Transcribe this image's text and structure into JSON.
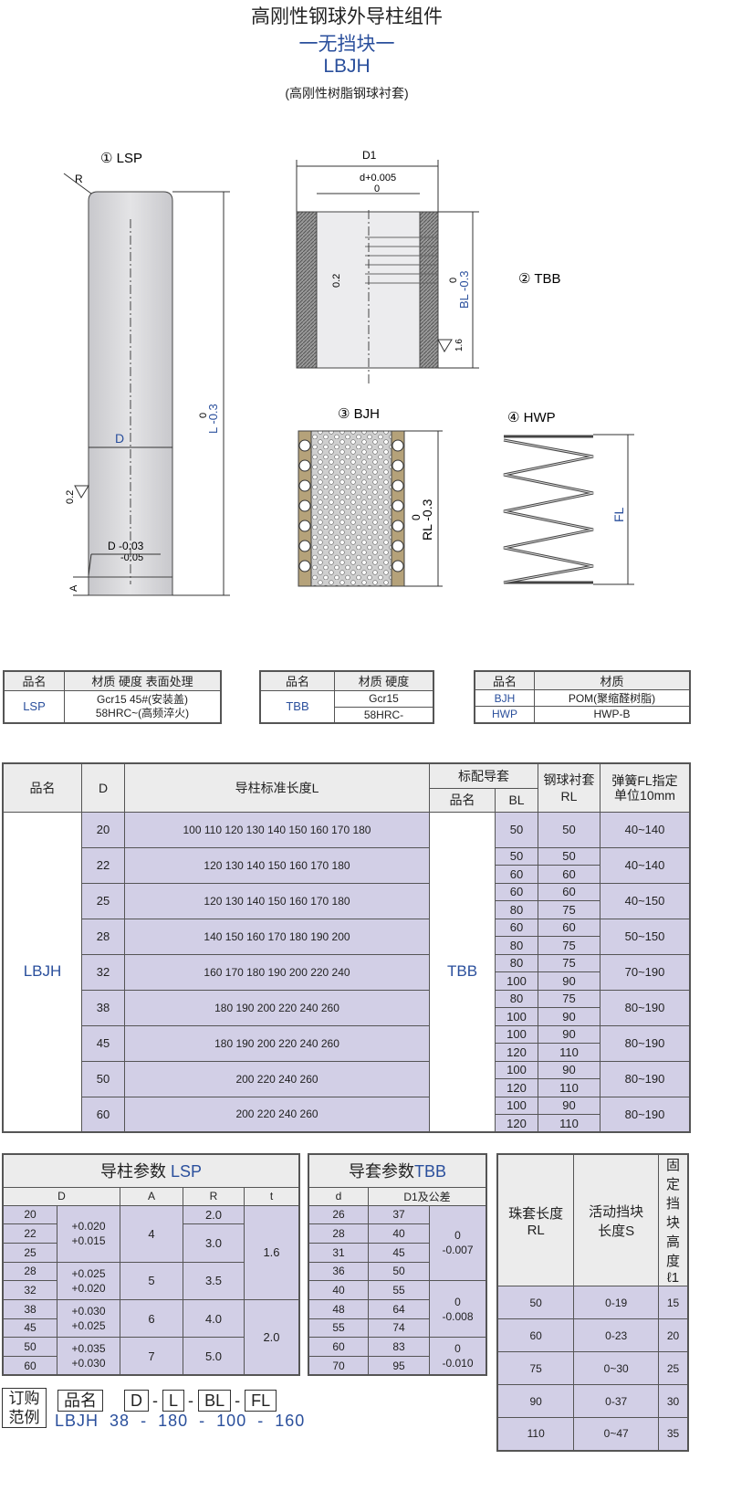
{
  "header": {
    "title": "高刚性钢球外导柱组件",
    "subtitle": "一无挡块一",
    "model": "LBJH",
    "note": "(高刚性树脂钢球衬套)"
  },
  "drawings": {
    "lsp": {
      "label": "① LSP",
      "r": "R",
      "d": "D",
      "len_tol": "L -0.3",
      "len_zero": "0",
      "rough": "0.2",
      "d_tol_upper": "D -0.03",
      "d_tol_lower": "-0.05",
      "a": "A"
    },
    "tbb": {
      "label": "② TBB",
      "d1": "D1",
      "d_tol": "d+0.005",
      "d_zero": "0",
      "rough": "0.2",
      "bl_tol": "BL -0.3",
      "bl_zero": "0",
      "rough2": "1.6"
    },
    "bjh": {
      "label": "③ BJH",
      "rl_tol": "RL -0.3",
      "rl_zero": "0"
    },
    "hwp": {
      "label": "④ HWP",
      "fl": "FL"
    }
  },
  "mat_tables": {
    "lsp": {
      "headers": [
        "品名",
        "材质 硬度 表面处理"
      ],
      "name": "LSP",
      "line1": "Gcr15     45#(安装盖)",
      "line2": "58HRC~(高频淬火)"
    },
    "tbb": {
      "headers": [
        "品名",
        "材质    硬度"
      ],
      "name": "TBB",
      "line1": "Gcr15",
      "line2": "58HRC-"
    },
    "other": {
      "headers": [
        "品名",
        "材质"
      ],
      "rows": [
        {
          "name": "BJH",
          "mat": "POM(聚缩醛树脂)"
        },
        {
          "name": "HWP",
          "mat": "HWP-B"
        }
      ]
    }
  },
  "main_table": {
    "headers": {
      "name": "品名",
      "d": "D",
      "l": "导柱标准长度L",
      "std": "标配导套",
      "std_name": "品名",
      "bl": "BL",
      "rl": "钢球衬套RL",
      "fl": "弹簧FL指定单位10mm"
    },
    "product": "LBJH",
    "bushing": "TBB",
    "rows": [
      {
        "d": "20",
        "l": "100 110 120 130 140 150 160 170 180",
        "sub": [
          [
            "50",
            "50"
          ]
        ],
        "fl": "40~140"
      },
      {
        "d": "22",
        "l": "120 130 140 150 160 170 180",
        "sub": [
          [
            "50",
            "50"
          ],
          [
            "60",
            "60"
          ]
        ],
        "fl": "40~140"
      },
      {
        "d": "25",
        "l": "120 130 140 150 160 170 180",
        "sub": [
          [
            "60",
            "60"
          ],
          [
            "80",
            "75"
          ]
        ],
        "fl": "40~150"
      },
      {
        "d": "28",
        "l": "140 150 160 170 180 190 200",
        "sub": [
          [
            "60",
            "60"
          ],
          [
            "80",
            "75"
          ]
        ],
        "fl": "50~150"
      },
      {
        "d": "32",
        "l": "160 170 180 190 200 220 240",
        "sub": [
          [
            "80",
            "75"
          ],
          [
            "100",
            "90"
          ]
        ],
        "fl": "70~190"
      },
      {
        "d": "38",
        "l": "180 190 200 220 240 260",
        "sub": [
          [
            "80",
            "75"
          ],
          [
            "100",
            "90"
          ]
        ],
        "fl": "80~190"
      },
      {
        "d": "45",
        "l": "180 190 200 220 240 260",
        "sub": [
          [
            "100",
            "90"
          ],
          [
            "120",
            "110"
          ]
        ],
        "fl": "80~190"
      },
      {
        "d": "50",
        "l": "200 220 240 260",
        "sub": [
          [
            "100",
            "90"
          ],
          [
            "120",
            "110"
          ]
        ],
        "fl": "80~190"
      },
      {
        "d": "60",
        "l": "200 220 240 260",
        "sub": [
          [
            "100",
            "90"
          ],
          [
            "120",
            "110"
          ]
        ],
        "fl": "80~190"
      }
    ]
  },
  "lsp_params": {
    "title": "导柱参数",
    "title_code": "LSP",
    "headers": [
      "D",
      "A",
      "R",
      "t"
    ],
    "groups": [
      {
        "ds": [
          "20",
          "22",
          "25"
        ],
        "tol": [
          "+0.020",
          "+0.015"
        ],
        "a": "4",
        "r": [
          [
            "2.0",
            1
          ],
          [
            "3.0",
            2
          ]
        ]
      },
      {
        "ds": [
          "28",
          "32"
        ],
        "tol": [
          "+0.025",
          "+0.020"
        ],
        "a": "5",
        "r": [
          [
            "3.5",
            2
          ]
        ]
      },
      {
        "ds": [
          "38",
          "45"
        ],
        "tol": [
          "+0.030",
          "+0.025"
        ],
        "a": "6",
        "r": [
          [
            "4.0",
            2
          ]
        ]
      },
      {
        "ds": [
          "50",
          "60"
        ],
        "tol": [
          "+0.035",
          "+0.030"
        ],
        "a": "7",
        "r": [
          [
            "5.0",
            2
          ]
        ]
      }
    ],
    "t": [
      [
        "1.6",
        5
      ],
      [
        "2.0",
        4
      ]
    ]
  },
  "tbb_params": {
    "title": "导套参数",
    "title_code": "TBB",
    "headers": [
      "d",
      "D1及公差"
    ],
    "groups": [
      {
        "rows": [
          [
            "26",
            "37"
          ],
          [
            "28",
            "40"
          ],
          [
            "31",
            "45"
          ],
          [
            "36",
            "50"
          ]
        ],
        "tol": [
          "0",
          "-0.007"
        ]
      },
      {
        "rows": [
          [
            "40",
            "55"
          ],
          [
            "48",
            "64"
          ],
          [
            "55",
            "74"
          ]
        ],
        "tol": [
          "0",
          "-0.008"
        ]
      },
      {
        "rows": [
          [
            "60",
            "83"
          ],
          [
            "70",
            "95"
          ]
        ],
        "tol": [
          "0",
          "-0.010"
        ]
      }
    ]
  },
  "stop_params": {
    "headers": [
      "珠套长度RL",
      "活动挡块长度S",
      "固定挡块高度ℓ1"
    ],
    "rows": [
      [
        "50",
        "0-19",
        "15"
      ],
      [
        "60",
        "0-23",
        "20"
      ],
      [
        "75",
        "0~30",
        "25"
      ],
      [
        "90",
        "0-37",
        "30"
      ],
      [
        "110",
        "0~47",
        "35"
      ]
    ]
  },
  "order": {
    "label": "订购范例",
    "fields": [
      "品名",
      "D",
      "L",
      "BL",
      "FL"
    ],
    "sep": "-",
    "values": [
      "LBJH",
      "38",
      "-",
      "180",
      "-",
      "100",
      "-",
      "160"
    ]
  }
}
